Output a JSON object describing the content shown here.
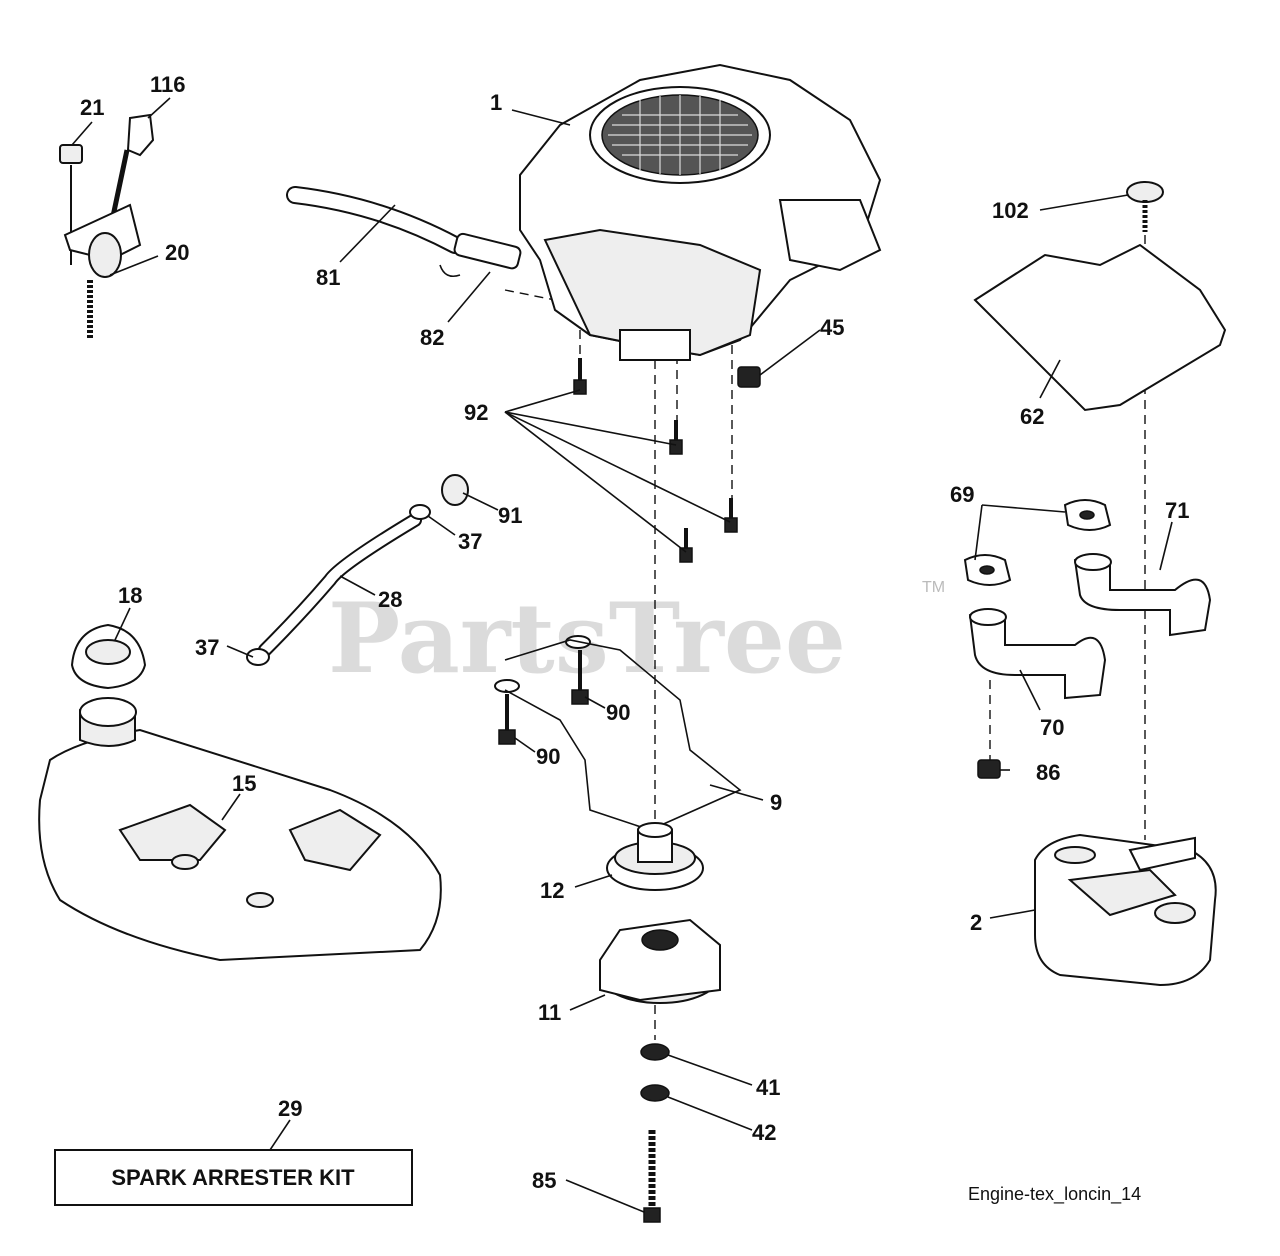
{
  "watermark": {
    "brand": "PartsTree",
    "trademark": "TM"
  },
  "kit_box": {
    "label": "SPARK ARRESTER KIT"
  },
  "caption": "Engine-tex_loncin_14",
  "callouts": {
    "p1": "1",
    "p2": "2",
    "p9": "9",
    "p11": "11",
    "p12": "12",
    "p15": "15",
    "p18": "18",
    "p20": "20",
    "p21": "21",
    "p28": "28",
    "p29": "29",
    "p37a": "37",
    "p37b": "37",
    "p41": "41",
    "p42": "42",
    "p45": "45",
    "p62": "62",
    "p69": "69",
    "p70": "70",
    "p71": "71",
    "p81": "81",
    "p82": "82",
    "p85": "85",
    "p86": "86",
    "p90a": "90",
    "p90b": "90",
    "p91": "91",
    "p92": "92",
    "p102": "102",
    "p116": "116"
  }
}
